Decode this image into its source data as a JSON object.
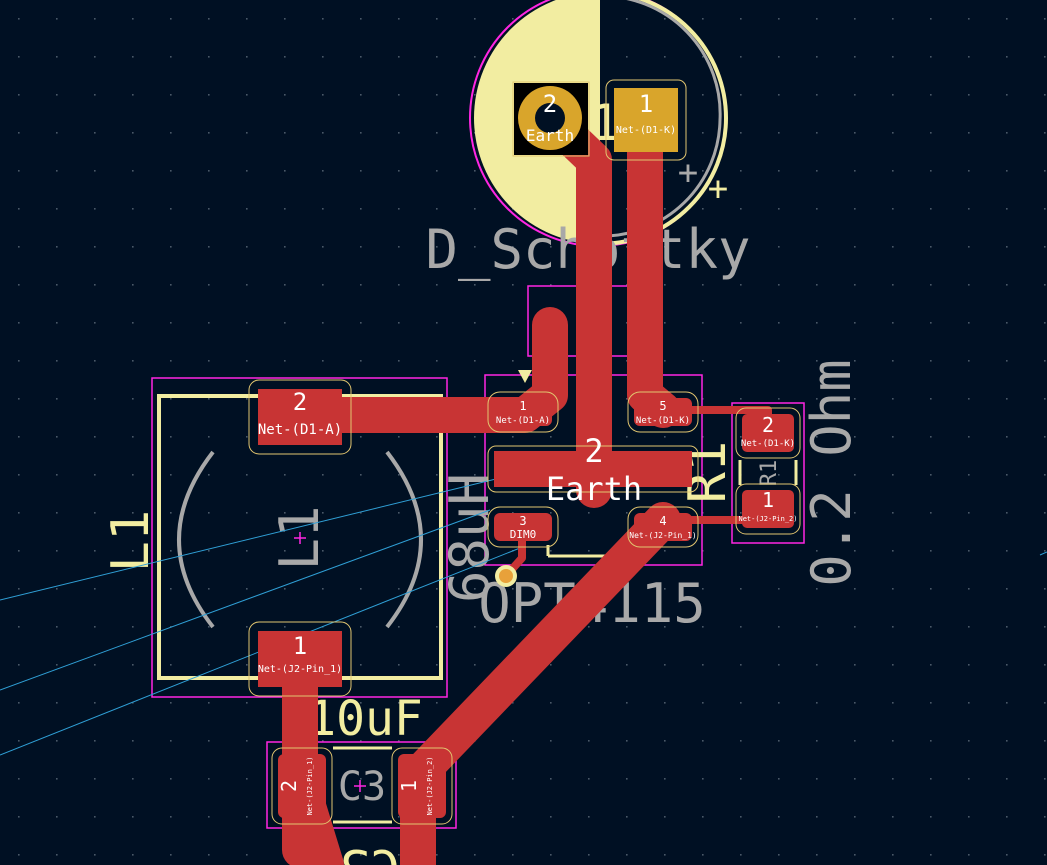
{
  "colors": {
    "background": "#001023",
    "grid": "#4a5868",
    "copper": "#c83434",
    "silkscreen": "#f2eda1",
    "fab_text": "#a8a8a8",
    "courtyard": "#ff26e2",
    "pad_outline": "#e2c670",
    "through_hole": "#d9a52b",
    "ratsnest": "#2f9fd5",
    "via": "#e8c84a"
  },
  "components": {
    "d1": {
      "ref": "D1",
      "value": "D_Schottky",
      "pad_cathode": {
        "number": "1",
        "net": "Net-(D1-K)"
      },
      "pad_anode": {
        "number": "2",
        "net": "Earth"
      }
    },
    "l1": {
      "ref": "L1",
      "fab_ref": "L1",
      "value": "68uH",
      "pad_1": {
        "number": "1",
        "net": "Net-(J2-Pin_1)"
      },
      "pad_2": {
        "number": "2",
        "net": "Net-(D1-A)"
      }
    },
    "u1": {
      "value": "OPT4115",
      "pad_1": {
        "number": "1",
        "net": "Net-(D1-A)"
      },
      "pad_2": {
        "number": "2",
        "net": "Earth"
      },
      "pad_3": {
        "number": "3",
        "net": "DIM0"
      },
      "pad_4": {
        "number": "4",
        "net": "Net-(J2-Pin_1)"
      },
      "pad_5": {
        "number": "5",
        "net": "Net-(D1-K)"
      }
    },
    "r1": {
      "ref": "R1",
      "fab_ref": "R1",
      "value": "0.2 Ohm",
      "pad_1": {
        "number": "1",
        "net": "Net-(J2-Pin_2)"
      },
      "pad_2": {
        "number": "2",
        "net": "Net-(D1-K)"
      }
    },
    "c3": {
      "ref": "C3",
      "fab_ref": "C3",
      "value": "10uF",
      "pad_1": {
        "number": "1",
        "net": "Net-(J2-Pin_2)"
      },
      "pad_2": {
        "number": "2",
        "net": "Net-(J2-Pin_1)"
      }
    }
  }
}
